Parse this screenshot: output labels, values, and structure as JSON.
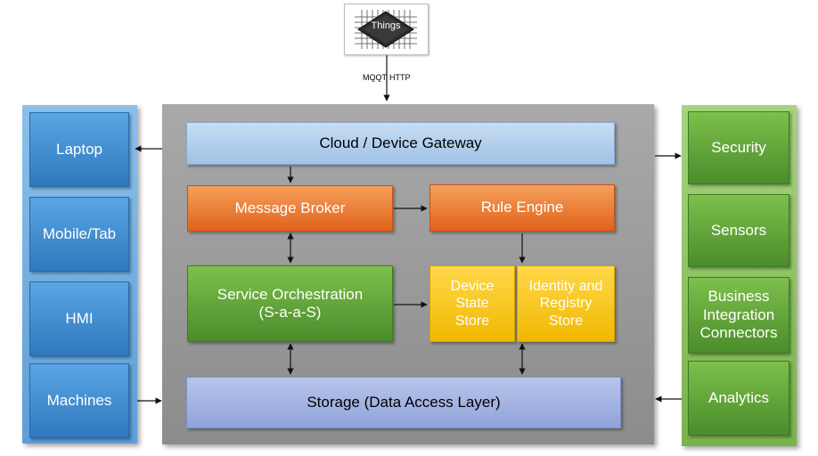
{
  "things": {
    "label": "Things",
    "protocol_left": "MQQT",
    "protocol_right": "HTTP"
  },
  "left_clients": [
    {
      "label": "Laptop"
    },
    {
      "label": "Mobile/Tab"
    },
    {
      "label": "HMI"
    },
    {
      "label": "Machines"
    }
  ],
  "center": {
    "gateway": "Cloud / Device Gateway",
    "message_broker": "Message Broker",
    "rule_engine": "Rule Engine",
    "service_orchestration": [
      "Service Orchestration",
      "(S-a-a-S)"
    ],
    "device_state_store": [
      "Device",
      "State",
      "Store"
    ],
    "identity_registry_store": [
      "Identity and",
      "Registry",
      "Store"
    ],
    "storage": "Storage (Data Access Layer)"
  },
  "right_services": [
    {
      "label": "Security"
    },
    {
      "label": "Sensors"
    },
    {
      "label": "Business Integration Connectors",
      "lines": [
        "Business",
        "Integration",
        "Connectors"
      ]
    },
    {
      "label": "Analytics"
    }
  ],
  "colors": {
    "client_blue": "#3a86cc",
    "service_green": "#5fa336",
    "broker_orange": "#eb7a2e",
    "store_yellow": "#f7c51c",
    "gateway_light_blue": "#b3d0ee",
    "storage_lavender": "#a5b4e2",
    "center_gray": "#999999"
  }
}
